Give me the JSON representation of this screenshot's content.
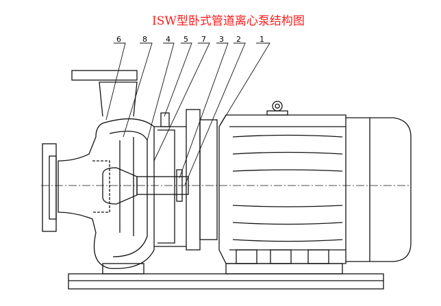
{
  "title": "ISW型卧式管道离心泵结构图",
  "part_labels": [
    "6",
    "8",
    "4",
    "5",
    "7",
    "3",
    "2",
    "1"
  ],
  "colors": {
    "title": "#ff1a1a",
    "line": "#111111"
  }
}
